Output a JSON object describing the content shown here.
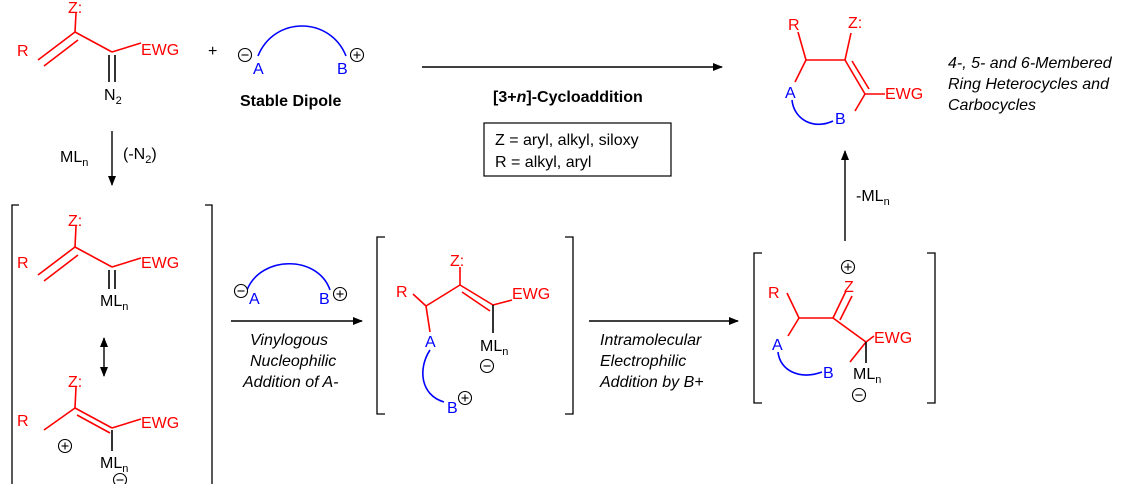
{
  "colors": {
    "substrate": "#ff0000",
    "dipole": "#0000ff",
    "ink": "#000000"
  },
  "labels": {
    "z": "Z:",
    "z_plain": "Z",
    "r": "R",
    "ewg": "EWG",
    "n2_n": "N",
    "n2_sub": "2",
    "plus": "+",
    "a": "A",
    "b": "B",
    "ml": "ML",
    "ml_sub": "n",
    "stable_dipole": "Stable Dipole",
    "cyclo_pre": "[3+",
    "cyclo_n": "n",
    "cyclo_post": "]-Cycloaddition",
    "box_line1": "Z = aryl, alkyl, siloxy",
    "box_line2": "R = alkyl, aryl",
    "product_desc_1": "4-, 5- and 6-Membered",
    "product_desc_2": "Ring Heterocycles and",
    "product_desc_3": "Carbocycles",
    "loss_n2_open": "(-N",
    "loss_n2_sub": "2",
    "loss_n2_close": ")",
    "minus_ml": "-ML",
    "vinylogous_1": "Vinylogous",
    "vinylogous_2": "Nucleophilic",
    "vinylogous_3": "Addition of A-",
    "intra_1": "Intramolecular",
    "intra_2": "Electrophilic",
    "intra_3": "Addition by B+",
    "plus_charge": "+",
    "minus_charge": "−"
  }
}
